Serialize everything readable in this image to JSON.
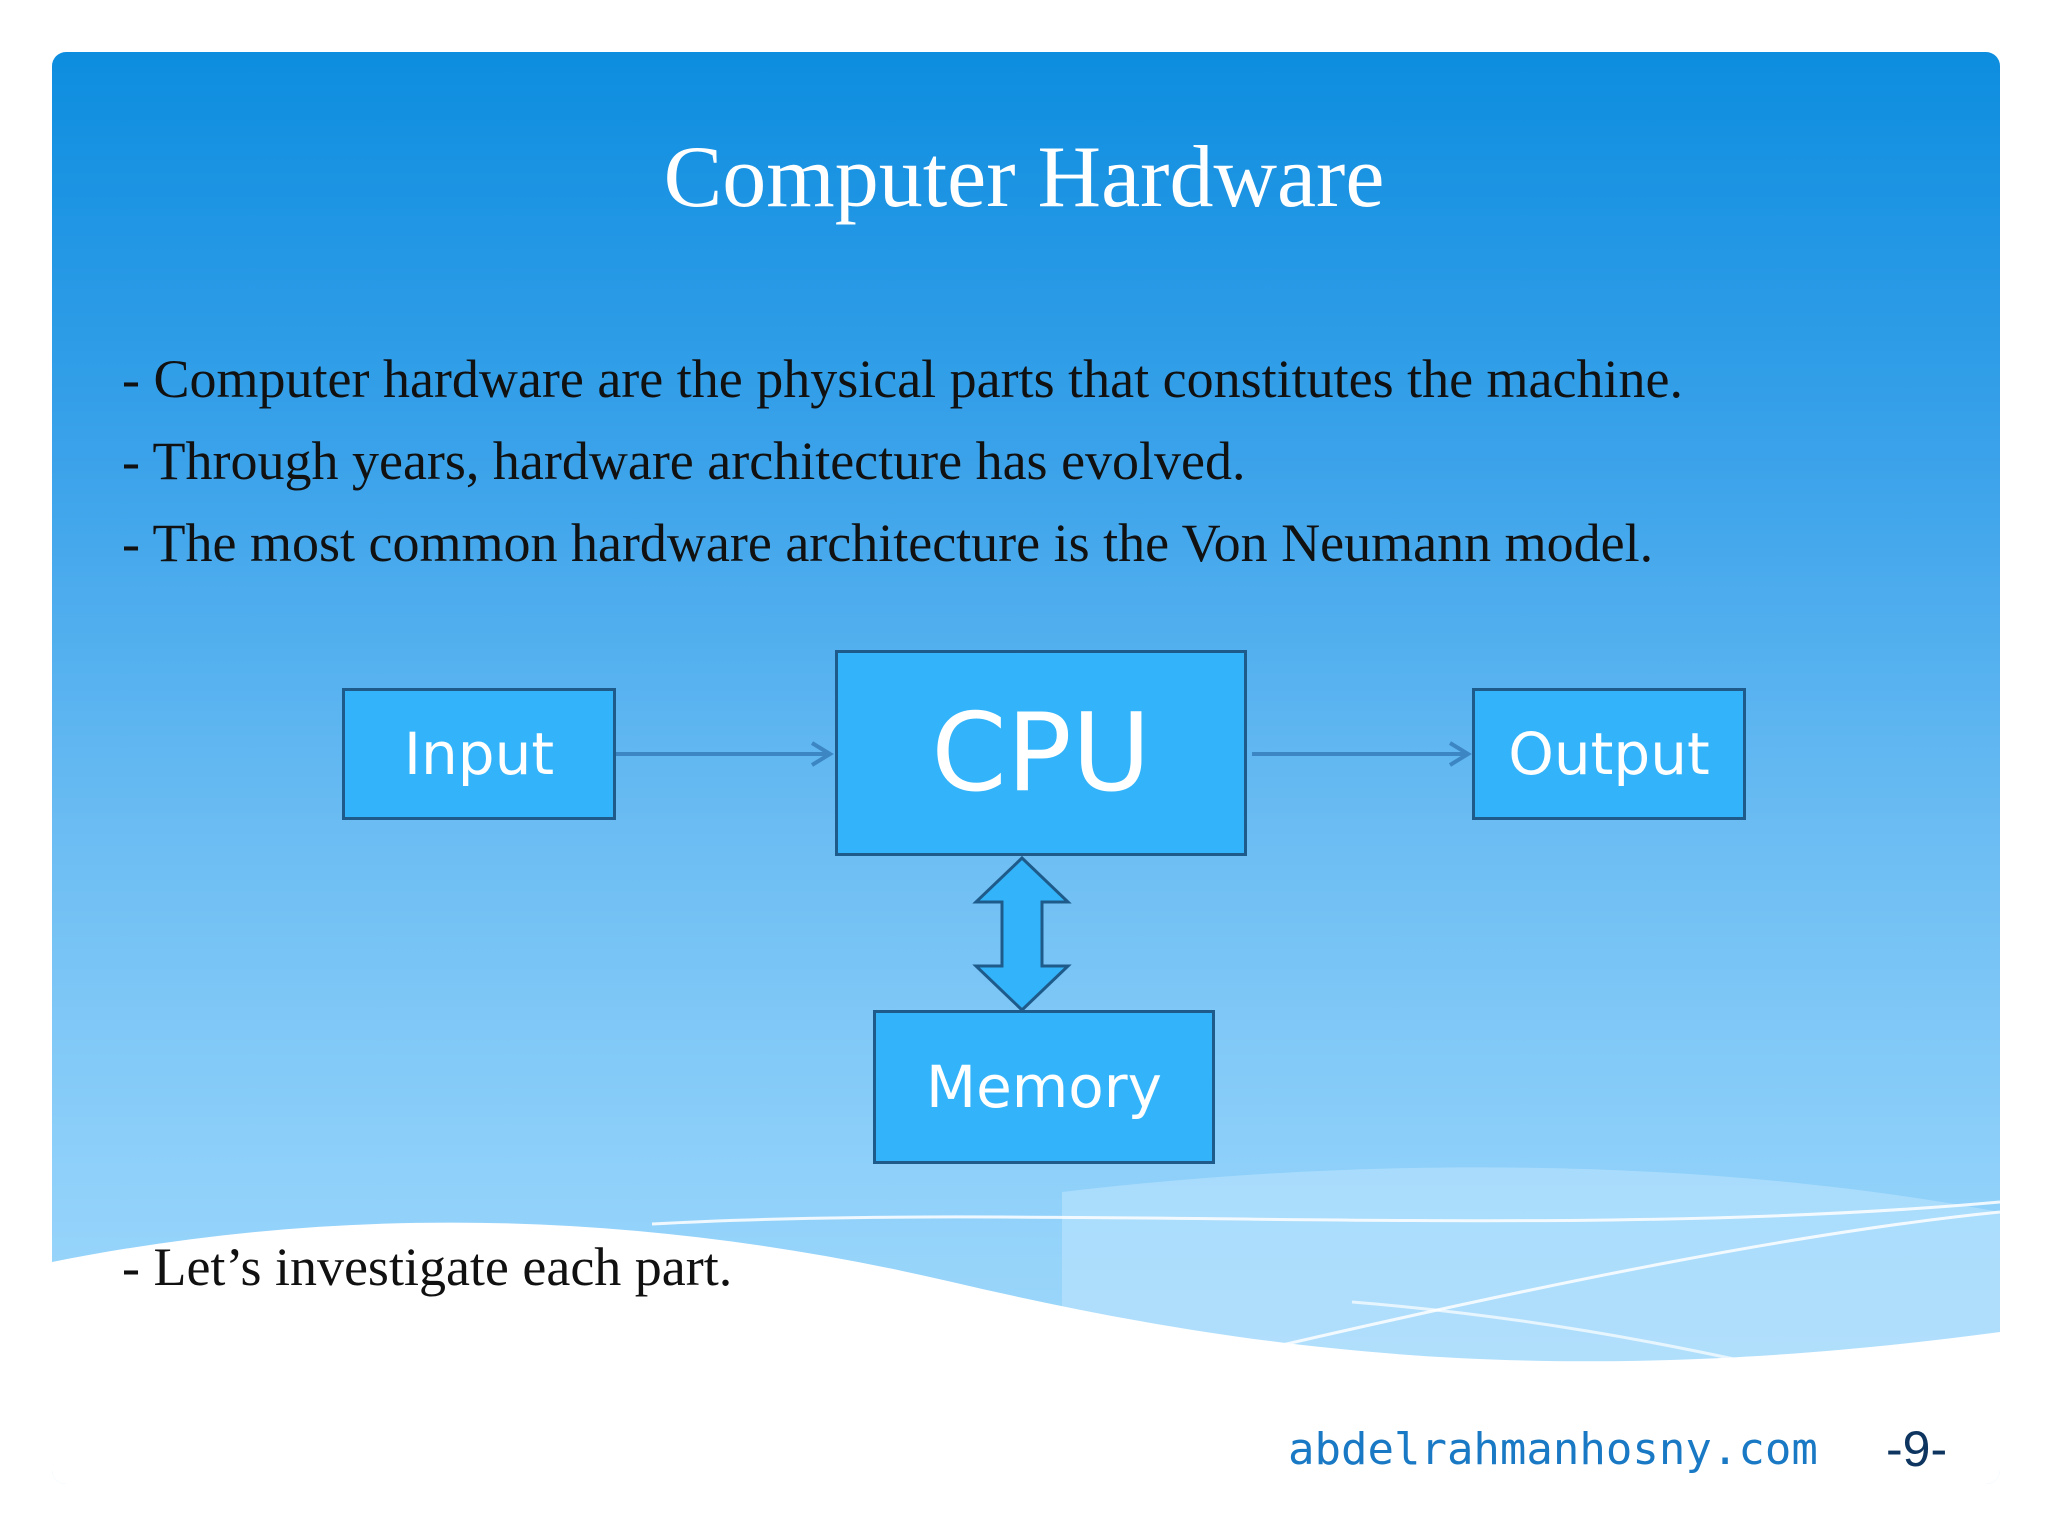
{
  "slide": {
    "title": "Computer Hardware",
    "bullets": [
      "- Computer hardware are the physical parts that constitutes the machine.",
      "- Through years, hardware architecture has evolved.",
      "- The most common hardware architecture is the Von Neumann model."
    ],
    "closing_bullet": "- Let’s investigate each part."
  },
  "diagram": {
    "nodes": {
      "input": "Input",
      "cpu": "CPU",
      "output": "Output",
      "memory": "Memory"
    }
  },
  "footer": {
    "website": "abdelrahmanhosny.com",
    "page": "-9-"
  },
  "colors": {
    "title_text": "#ffffff",
    "body_text": "#111111",
    "box_fill": "#33b4fa",
    "box_border": "#1e5b8a",
    "website": "#1a79c4",
    "page_number": "#0d3560"
  }
}
